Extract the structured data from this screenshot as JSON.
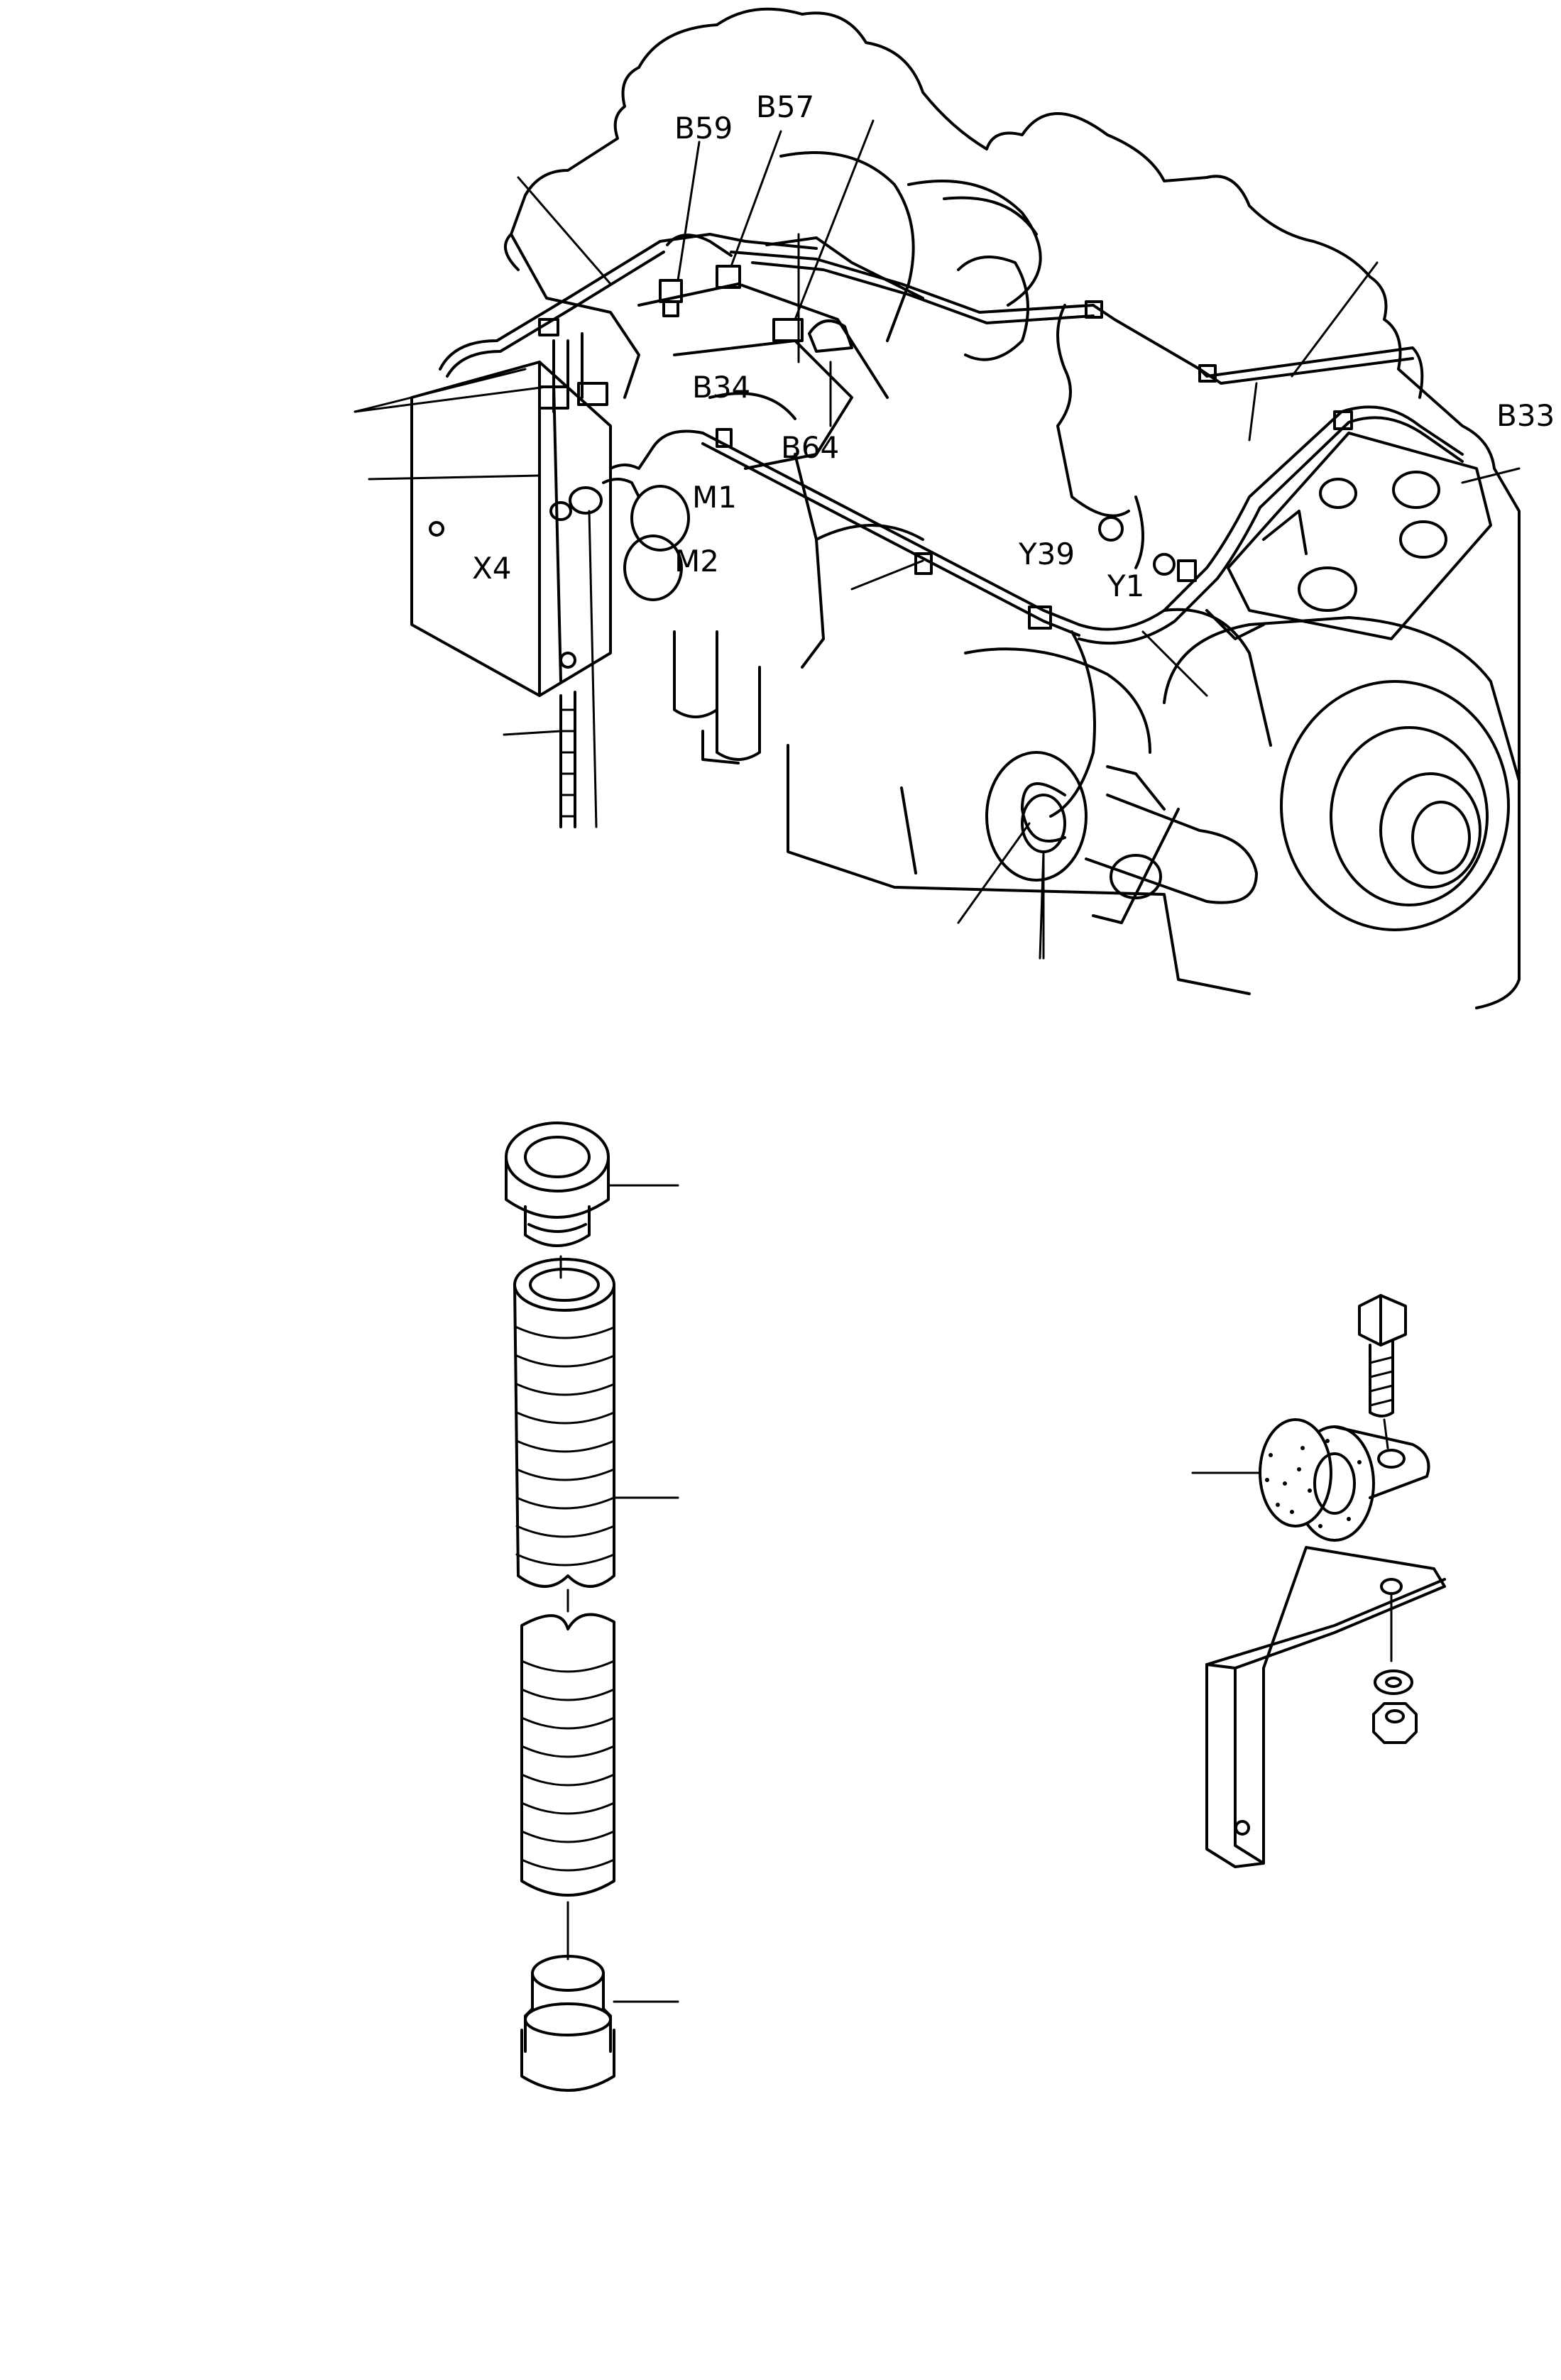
{
  "labels": {
    "b59": "B59",
    "b57": "B57",
    "b34": "B34",
    "b64": "B64",
    "b33": "B33",
    "m1": "M1",
    "m2": "M2",
    "x4": "X4",
    "y39": "Y39",
    "y1": "Y1"
  }
}
